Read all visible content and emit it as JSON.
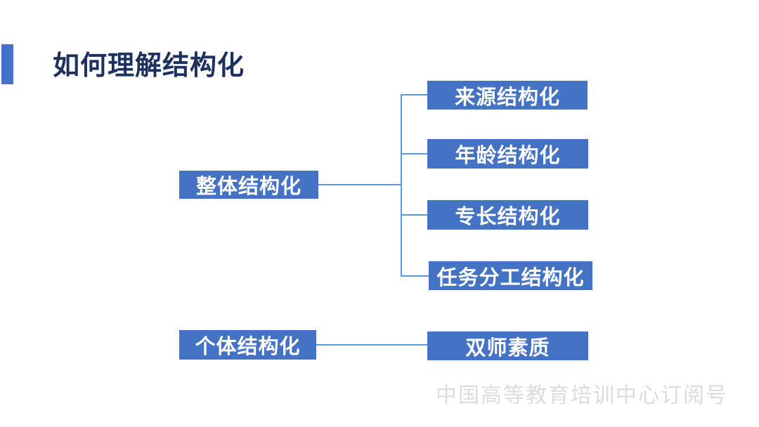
{
  "slide": {
    "title": "如何理解结构化",
    "watermark": "中国高等教育培训中心订阅号"
  },
  "colors": {
    "box_fill": "#4472C4",
    "connector": "#5B9BD5",
    "title_text": "#1D3160",
    "box_text": "#FFFFFF",
    "watermark_text": "#DCDCDC",
    "background": "#FFFFFF"
  },
  "diagram": {
    "type": "tree",
    "groups": [
      {
        "parent": "整体结构化",
        "children": [
          "来源结构化",
          "年龄结构化",
          "专长结构化",
          "任务分工结构化"
        ]
      },
      {
        "parent": "个体结构化",
        "children": [
          "双师素质"
        ]
      }
    ]
  }
}
